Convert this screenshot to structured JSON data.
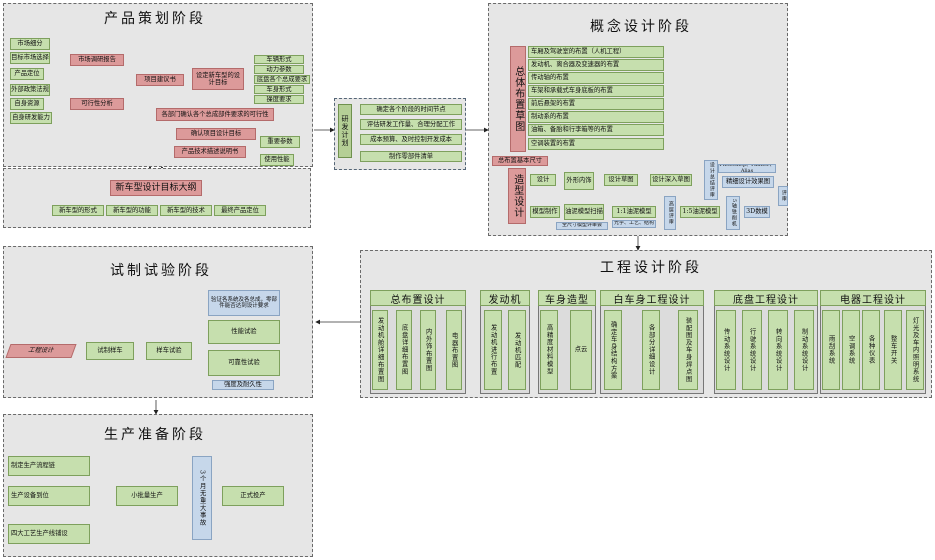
{
  "product": {
    "title": "产品策划阶段",
    "inputs": [
      "市场细分",
      "目标市场选择",
      "产品定位",
      "外部政策法规",
      "自身资源",
      "自身研发能力"
    ],
    "market_report": "市场调研报告",
    "feasibility": "可行性分析",
    "proposal": "项目建议书",
    "design_goal": "设定新车型的设计目标",
    "targets": [
      "车辆形式",
      "动力参数",
      "底盘各个总成要求",
      "车身形式",
      "操度要求"
    ],
    "feasibility_check": "各部门确认各个总成部件要求的可行性",
    "confirm_goal": "确认项目设计目标",
    "tech_spec": "产品技术描述说明书",
    "key_params": "重要参数",
    "performance": "使用性能",
    "outline_title": "新车型设计目标大纲",
    "outline_items": [
      "新车型的形式",
      "新车型的功能",
      "新车型的技术",
      "最终产品定位"
    ]
  },
  "plan": {
    "title": "研发计划",
    "items": [
      "确定各个阶段的时间节点",
      "评估研发工作量、合理分配工作",
      "成本预算、及时控制开发成本",
      "制作零部件清单"
    ]
  },
  "concept": {
    "title": "概念设计阶段",
    "layout_label": "总体布置草图",
    "layout_items": [
      "车厢及驾驶室的布置（人机工程）",
      "发动机、离合器及变速器的布置",
      "传动轴的布置",
      "车架和承载式车身底板的布置",
      "前后悬架的布置",
      "制动系的布置",
      "油箱、备胎和行李箱等的布置",
      "空调装置的布置"
    ],
    "layout_size": "总布置基本尺寸",
    "styling_label": "造型设计",
    "design": "设计",
    "in_out": "外形内饰",
    "sketch": "设计草图",
    "deep_sketch": "设计深入草图",
    "eval_1": "设计总结评审",
    "software": "Photoshop、Painter、Alias",
    "render": "精细设计效果图",
    "review": "评审",
    "cad_3d": "3D数模",
    "five_axis": "5轴铣削机",
    "model_5": "1:5油泥模型",
    "eval_2": "高层评审",
    "model_1": "1:1油泥模型",
    "model_1_note": "光学、工艺、结构",
    "clay_scan": "油泥模型扫描",
    "scan_note": "全尺寸模型评审会",
    "model_make": "模型制作"
  },
  "engineering": {
    "title": "工程设计阶段",
    "groups": [
      {
        "name": "总布置设计",
        "items": [
          "发动机舱详细布置图",
          "底盘详细布置图",
          "内外饰布置图",
          "电器布置图"
        ]
      },
      {
        "name": "发动机",
        "items": [
          "发动机进行布置",
          "发动机匹配"
        ]
      },
      {
        "name": "车身造型",
        "items": [
          "高精度材料模型",
          "点云"
        ]
      },
      {
        "name": "白车身工程设计",
        "items": [
          "确定车身结构方案",
          "各部分详细设计",
          "装配图及车身焊点图"
        ]
      },
      {
        "name": "底盘工程设计",
        "items": [
          "传动系统设计",
          "行驶系统设计",
          "转向系统设计",
          "制动系统设计"
        ]
      },
      {
        "name": "电器工程设计",
        "items": [
          "雨刮系统",
          "空调系统",
          "各种仪表",
          "整车开关",
          "灯光及车内照明系统"
        ]
      }
    ]
  },
  "trial": {
    "title": "试制试验阶段",
    "eng_design": "工程设计",
    "prototype": "试制样车",
    "test": "样车试验",
    "note_top": "验证各系统及各总成，零部件能否达到设计要求",
    "performance_test": "性能试验",
    "reliability_test": "可靠性试验",
    "note_bottom": "强度及耐久性"
  },
  "production": {
    "title": "生产准备阶段",
    "prep": [
      "制定生产流程链",
      "生产设备到位",
      "四大工艺生产线铺设"
    ],
    "small_batch": "小批量生产",
    "check": "3个月无重大事故",
    "launch": "正式投产"
  }
}
